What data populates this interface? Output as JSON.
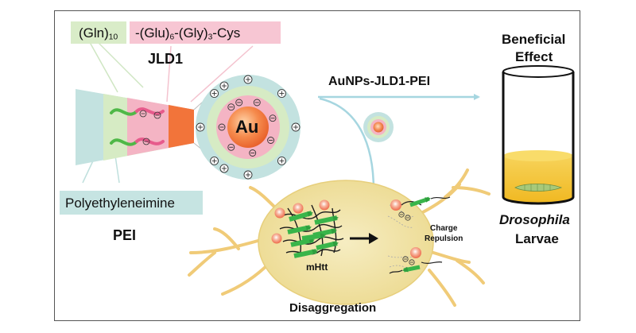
{
  "labels": {
    "gln": "(Gln)",
    "gln_sub": "10",
    "glu_part": "-(Glu)",
    "glu_sub": "6",
    "gly_part": "-(Gly)",
    "gly_sub": "3",
    "cys_part": "-Cys",
    "jld1": "JLD1",
    "pei_full": "Polyethyleneimine",
    "pei": "PEI",
    "au": "Au",
    "complex": "AuNPs-JLD1-PEI",
    "beneficial_line1": "Beneficial",
    "beneficial_line2": "Effect",
    "drosophila": "Drosophila",
    "larvae": "Larvae",
    "charge_line1": "Charge",
    "charge_line2": "Repulsion",
    "mhtt": "mHtt",
    "disaggregation": "Disaggregation",
    "plus": "+",
    "minus": "−"
  },
  "colors": {
    "gln_box": "#d9ecc8",
    "glu_box": "#f7c6d3",
    "pei_box": "#c6e4e2",
    "gold_core": "#f2743a",
    "gold_highlight": "#ffd0a8",
    "pink_shell": "#f4b4c4",
    "green_shell": "#d6ebc4",
    "teal_shell": "#c3e2e0",
    "arrow": "#a6d6e0",
    "cell": "#f2e6a8",
    "neurite": "#f0cb78",
    "liquid": "#f2c12e",
    "fibril": "#39b54a",
    "frame": "#555555"
  }
}
